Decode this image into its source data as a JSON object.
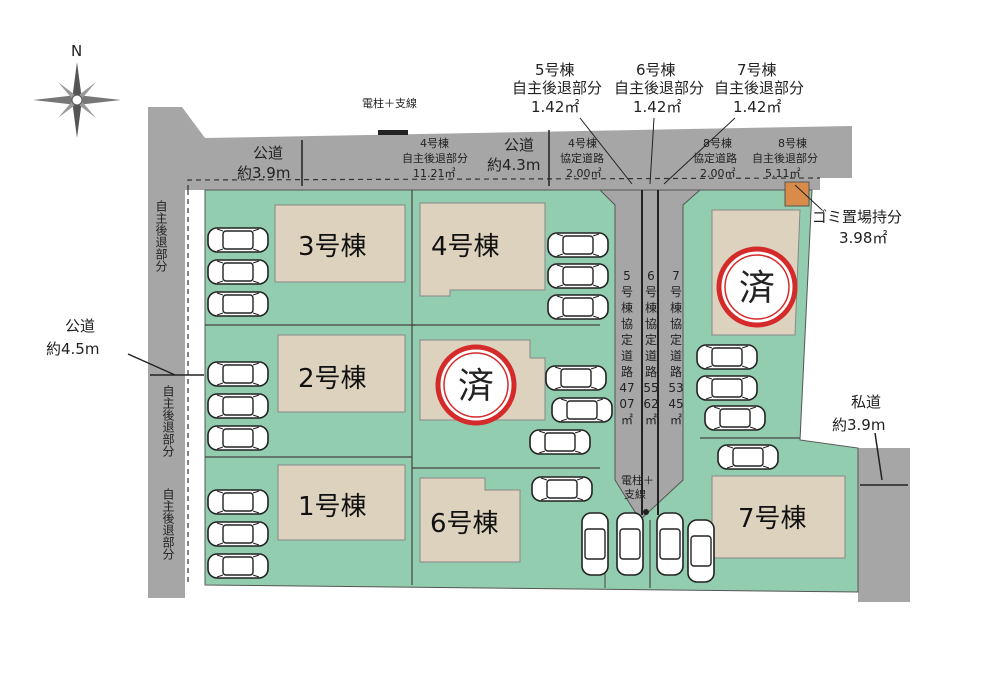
{
  "compass": {
    "north": "N"
  },
  "roads": {
    "top_name": "公道",
    "top_width_1": "約3.9m",
    "top_width_2": "約4.3m",
    "left_name": "公道",
    "left_width": "約4.5m",
    "private_name": "私道",
    "private_width": "約3.9m"
  },
  "utility_top": "電柱＋支線",
  "utility_bottom_1": "電柱＋",
  "utility_bottom_2": "支線",
  "setback_vertical": "自主後退部分",
  "callouts": {
    "c5_title": "5号棟",
    "c5_sub": "自主後退部分",
    "c5_area": "1.42㎡",
    "c6_title": "6号棟",
    "c6_sub": "自主後退部分",
    "c6_area": "1.42㎡",
    "c7_title": "7号棟",
    "c7_sub": "自主後退部分",
    "c7_area": "1.42㎡",
    "c4_title": "4号棟",
    "c4_sub": "自主後退部分",
    "c4_area": "11.21㎡",
    "c4road_title": "4号棟",
    "c4road_sub": "協定道路",
    "c4road_area": "2.00㎡",
    "c8road_title": "8号棟",
    "c8road_sub": "協定道路",
    "c8road_area": "2.00㎡",
    "c8_title": "8号棟",
    "c8_sub": "自主後退部分",
    "c8_area": "5.11㎡"
  },
  "garbage": {
    "label": "ゴミ置場持分",
    "area": "3.98㎡"
  },
  "agreement_roads": [
    {
      "chars": [
        "5",
        "号",
        "棟",
        "協",
        "定",
        "道",
        "路",
        "47",
        "07",
        "㎡"
      ]
    },
    {
      "chars": [
        "6",
        "号",
        "棟",
        "協",
        "定",
        "道",
        "路",
        "55",
        "62",
        "㎡"
      ]
    },
    {
      "chars": [
        "7",
        "号",
        "棟",
        "協",
        "定",
        "道",
        "路",
        "53",
        "45",
        "㎡"
      ]
    }
  ],
  "houses": {
    "h1": "1号棟",
    "h2": "2号棟",
    "h3": "3号棟",
    "h4": "4号棟",
    "h6": "6号棟",
    "h7": "7号棟"
  },
  "sold_mark": "済",
  "colors": {
    "lot": "#93cdb0",
    "road": "#a6a6a6",
    "building": "#dcd2bd",
    "sold": "#d42a2a",
    "garbage": "#d98b4a"
  }
}
